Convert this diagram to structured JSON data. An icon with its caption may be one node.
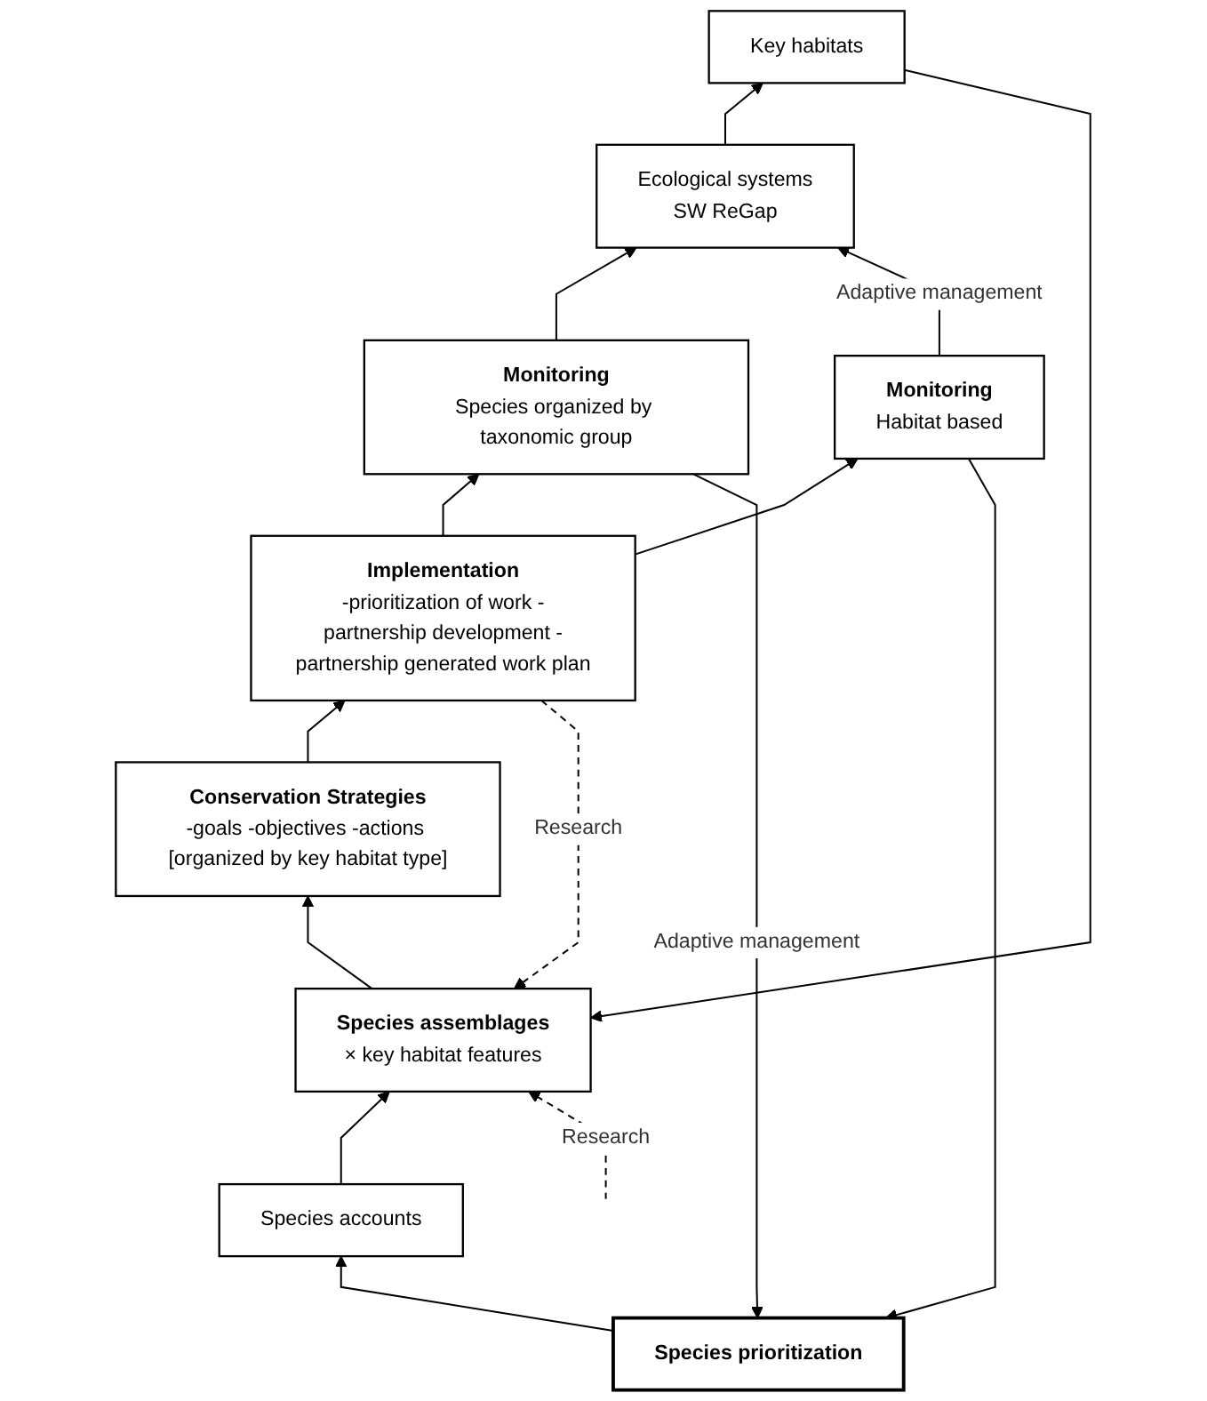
{
  "diagram": {
    "nodes": [
      {
        "text": [
          "Species prioritization"
        ]
      },
      {
        "text": [
          "Species accounts"
        ]
      },
      {
        "text": [
          "Ecological systems",
          "SW ReGap"
        ]
      },
      {
        "text": [
          "Key habitats"
        ]
      },
      {
        "text": [
          "Species assemblages",
          "× key habitat features"
        ]
      },
      {
        "text": [
          "Conservation Strategies",
          "-goals -objectives -actions [organized by key habitat type]"
        ]
      },
      {
        "text": [
          "Implementation",
          "-prioritization of work -partnership development -partnership generated work plan"
        ]
      },
      {
        "text": [
          "Monitoring",
          "Species organized by taxonomic group"
        ]
      },
      {
        "text": [
          "Monitoring",
          "Habitat based"
        ]
      }
    ],
    "edges": [
      {
        "from": 0,
        "to": 1,
        "arrow": "to"
      },
      {
        "from": 1,
        "to": 4,
        "arrow": "to"
      },
      {
        "from": 2,
        "to": 3,
        "arrow": "to"
      },
      {
        "from": 3,
        "to": 4,
        "arrow": "to"
      },
      {
        "from": 4,
        "to": 5,
        "arrow": "to"
      },
      {
        "from": 5,
        "to": 6,
        "arrow": "to"
      },
      {
        "from": 6,
        "to": 7,
        "arrow": "to"
      },
      {
        "from": 6,
        "to": 8,
        "arrow": "to"
      },
      {
        "from": 6,
        "to": 4,
        "arrow": "to",
        "label": "Research",
        "style": "dashed"
      },
      {
        "from": null,
        "to": 4,
        "arrow": "to",
        "label": "Research",
        "style": "dashed"
      },
      {
        "from": 7,
        "to": 0,
        "arrow": "to",
        "label": "Adaptive management"
      },
      {
        "from": 7,
        "to": 2,
        "arrow": "to"
      },
      {
        "from": 8,
        "to": 2,
        "arrow": "to",
        "label": "Adaptive management"
      },
      {
        "from": 8,
        "to": 0,
        "arrow": "to"
      }
    ]
  }
}
